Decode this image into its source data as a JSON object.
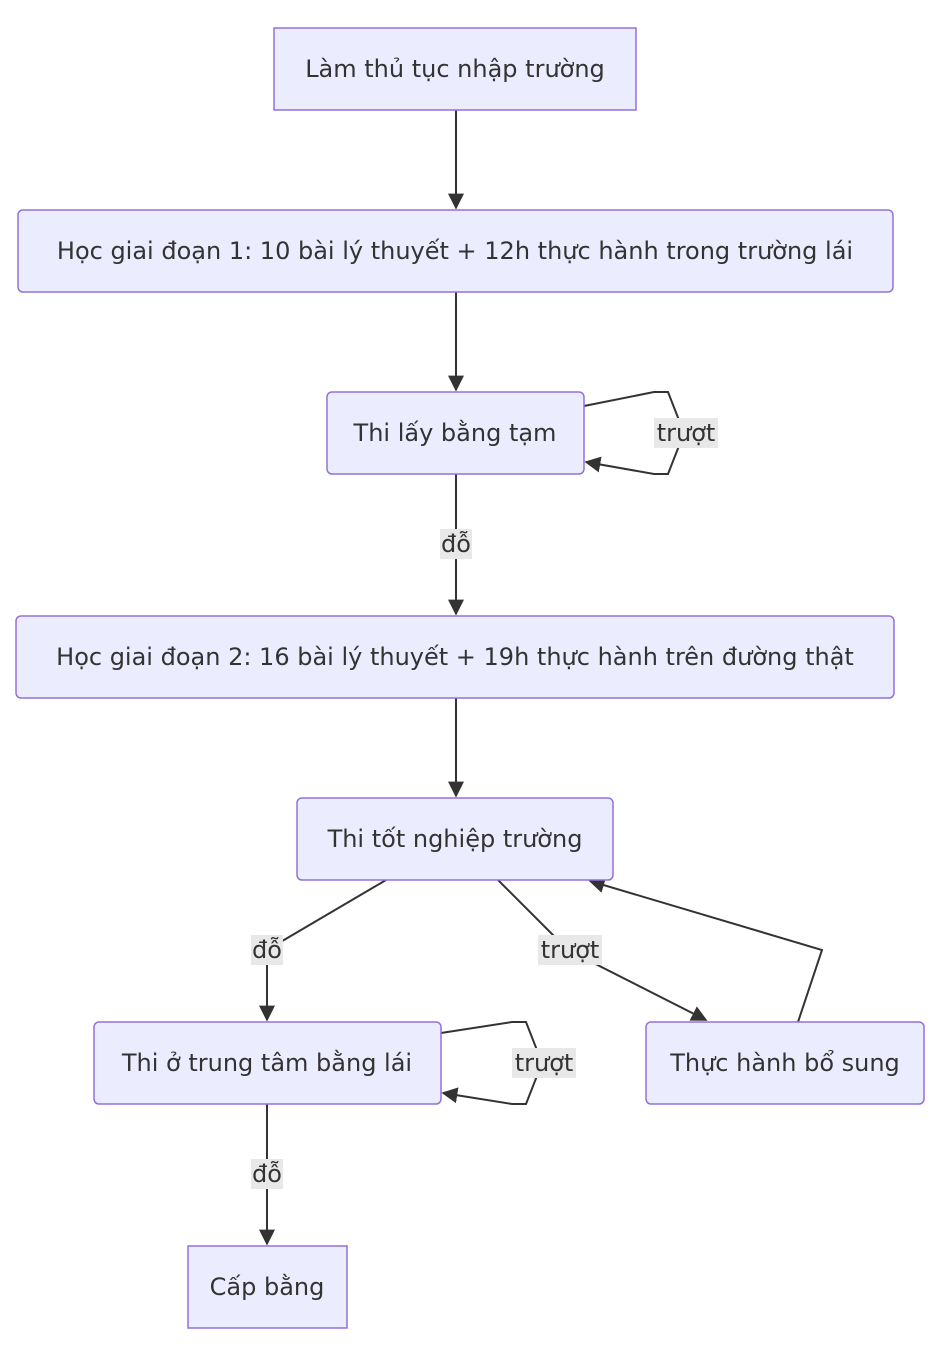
{
  "nodes": {
    "enroll": "Làm thủ tục nhập trường",
    "stage1": "Học giai đoạn 1: 10 bài lý thuyết + 12h thực hành trong trường lái",
    "temp_exam": "Thi lấy bằng tạm",
    "stage2": "Học giai đoạn 2: 16 bài lý thuyết + 19h thực hành trên đường thật",
    "grad_exam": "Thi tốt nghiệp trường",
    "center_exam": "Thi ở trung tâm bằng lái",
    "extra_practice": "Thực hành bổ sung",
    "license": "Cấp bằng"
  },
  "edge_labels": {
    "pass": "đỗ",
    "fail": "trượt"
  }
}
